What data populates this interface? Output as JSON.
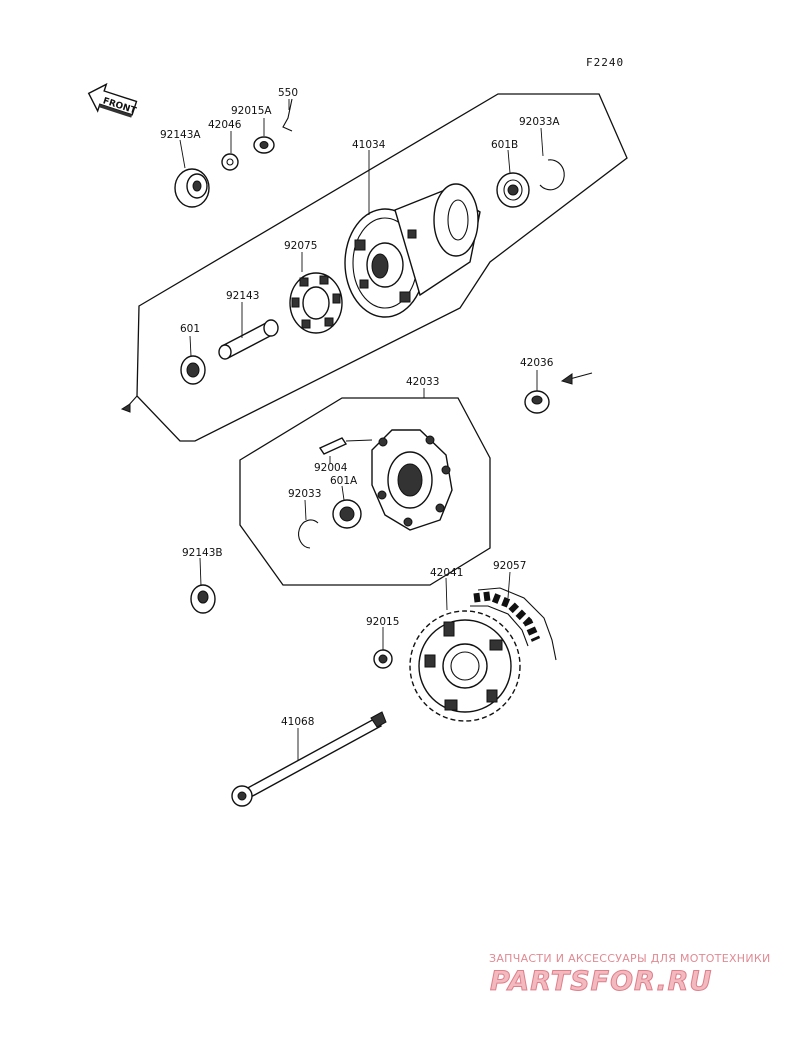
{
  "figure_code": "F2240",
  "front_arrow": {
    "label": "FRONT"
  },
  "parts": [
    {
      "id": "p550",
      "number": "550"
    },
    {
      "id": "p92015A",
      "number": "92015A"
    },
    {
      "id": "p42046",
      "number": "42046"
    },
    {
      "id": "p92143A",
      "number": "92143A"
    },
    {
      "id": "p41034",
      "number": "41034"
    },
    {
      "id": "p601B",
      "number": "601B"
    },
    {
      "id": "p92033A",
      "number": "92033A"
    },
    {
      "id": "p92075",
      "number": "92075"
    },
    {
      "id": "p92143",
      "number": "92143"
    },
    {
      "id": "p601",
      "number": "601"
    },
    {
      "id": "p42036",
      "number": "42036"
    },
    {
      "id": "p42033",
      "number": "42033"
    },
    {
      "id": "p92004",
      "number": "92004"
    },
    {
      "id": "p601A",
      "number": "601A"
    },
    {
      "id": "p92033",
      "number": "92033"
    },
    {
      "id": "p92143B",
      "number": "92143B"
    },
    {
      "id": "p42041",
      "number": "42041"
    },
    {
      "id": "p92057",
      "number": "92057"
    },
    {
      "id": "p92015",
      "number": "92015"
    },
    {
      "id": "p41068",
      "number": "41068"
    }
  ],
  "watermark": {
    "tagline": "ЗАПЧАСТИ И АКСЕССУАРЫ ДЛЯ МОТОТЕХНИКИ",
    "logo": "PARTSFOR.RU"
  },
  "colors": {
    "line": "#111111",
    "watermark": "#e08a93",
    "background": "#ffffff"
  }
}
